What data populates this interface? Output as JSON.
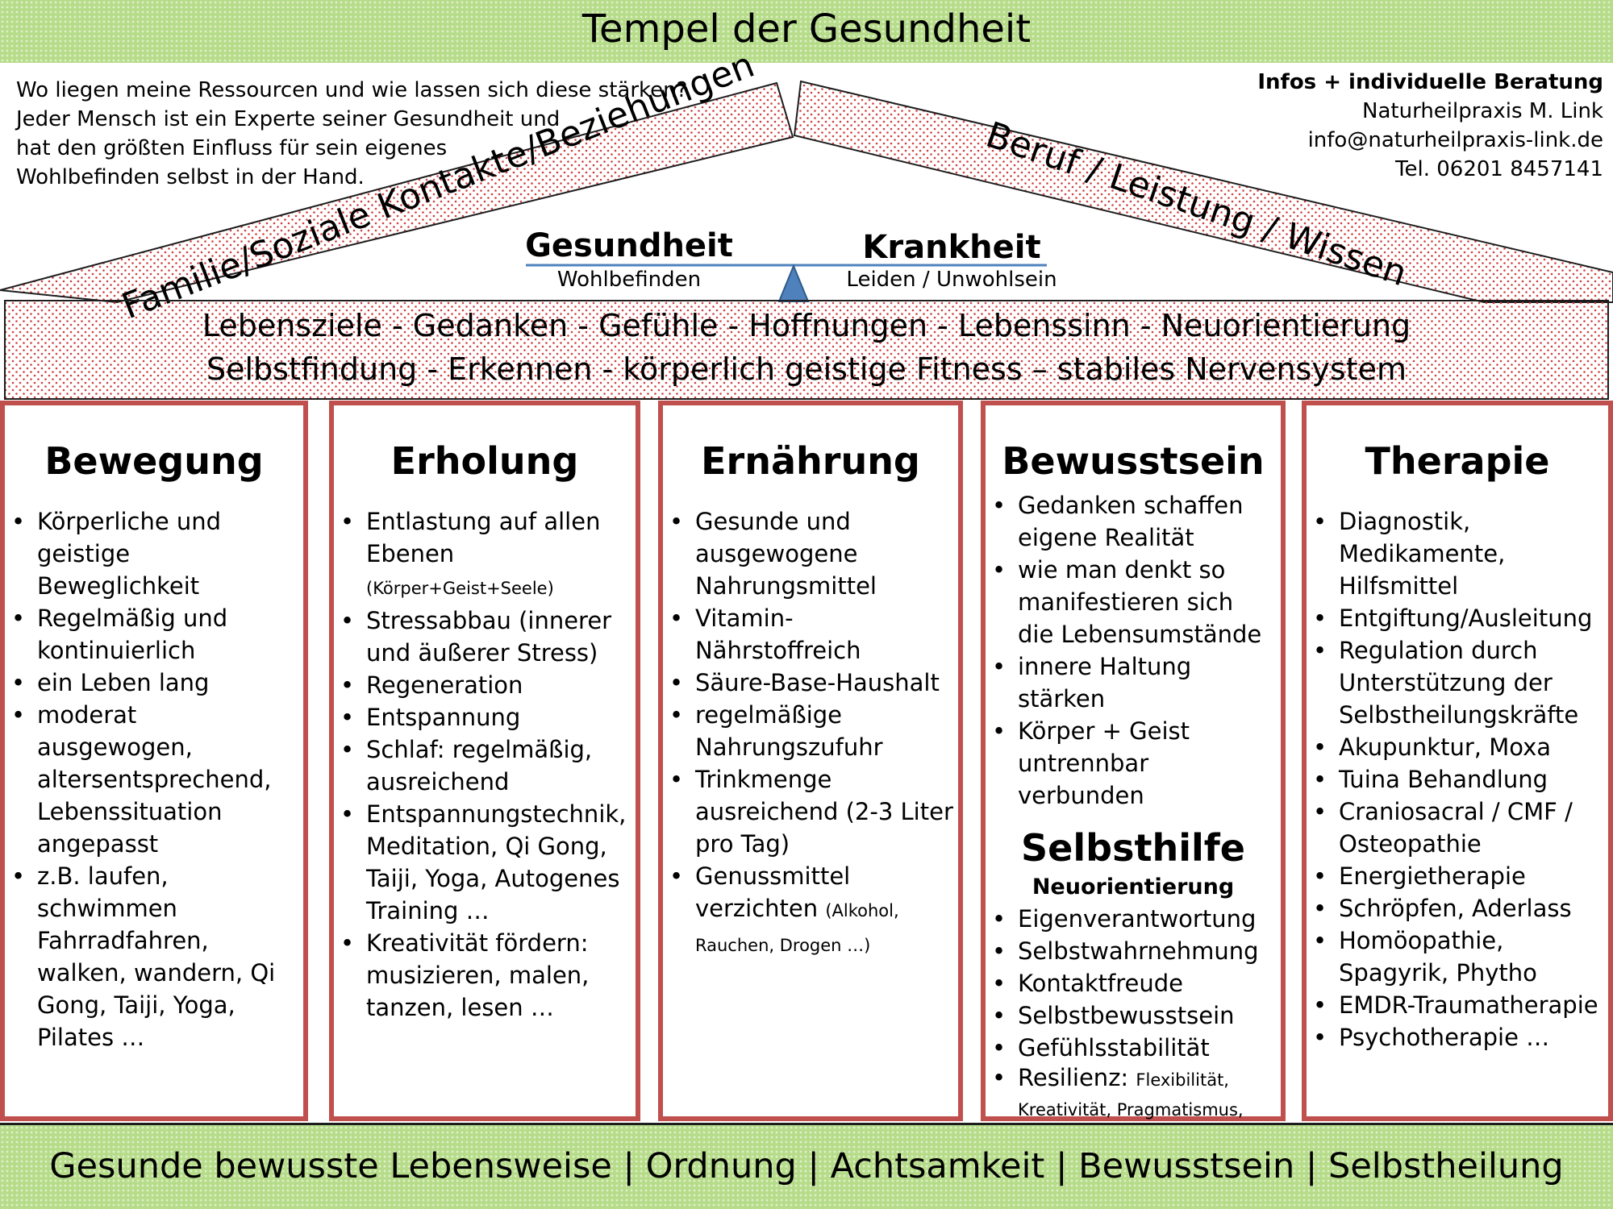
{
  "title": "Tempel der Gesundheit",
  "intro_lines": [
    "Wo liegen meine Ressourcen und wie lassen sich diese stärken?",
    "Jeder Mensch ist ein Experte seiner Gesundheit und",
    "hat den größten Einfluss für sein eigenes",
    "Wohlbefinden selbst in der Hand."
  ],
  "contact": {
    "title": "Infos + individuelle Beratung",
    "name": "Naturheilpraxis M. Link",
    "email": "info@naturheilpraxis-link.de",
    "phone": "Tel. 06201 8457141"
  },
  "roof": {
    "left": "Familie/Soziale Kontakte/Beziehungen",
    "right": "Beruf / Leistung / Wissen"
  },
  "balance": {
    "health": "Gesundheit",
    "health_sub": "Wohlbefinden",
    "illness": "Krankheit",
    "illness_sub": "Leiden / Unwohlsein"
  },
  "beam": {
    "line1": "Lebensziele - Gedanken - Gefühle - Hoffnungen - Lebenssinn - Neuorientierung",
    "line2": "Selbstfindung - Erkennen  - körperlich geistige Fitness – stabiles Nervensystem"
  },
  "pillars": {
    "bewegung": {
      "heading": "Bewegung",
      "items": [
        "Körperliche und geistige Beweglichkeit",
        "Regelmäßig  und kontinuierlich",
        "ein Leben lang",
        "moderat ausgewogen, altersentsprechend, Lebenssituation angepasst",
        "z.B. laufen, schwimmen Fahrradfahren, walken, wandern, Qi Gong, Taiji, Yoga, Pilates …"
      ]
    },
    "erholung": {
      "heading": "Erholung",
      "item1_main": "Entlastung auf allen Ebenen ",
      "item1_note": "(Körper+Geist+Seele)",
      "items": [
        "Stressabbau (innerer und äußerer Stress)",
        "Regeneration",
        "Entspannung",
        "Schlaf: regelmäßig, ausreichend",
        "Entspannungstechnik, Meditation, Qi Gong, Taiji, Yoga, Autogenes Training …",
        "Kreativität fördern: musizieren, malen, tanzen, lesen …"
      ]
    },
    "ernaehrung": {
      "heading": "Ernährung",
      "items": [
        "Gesunde und ausgewogene Nahrungsmittel",
        "Vitamin-Nährstoffreich",
        "Säure-Base-Haushalt",
        "regelmäßige Nahrungszufuhr",
        "Trinkmenge ausreichend (2-3 Liter pro Tag)"
      ],
      "last_main": "Genussmittel verzichten ",
      "last_note": "(Alkohol, Rauchen, Drogen …)"
    },
    "bewusstsein": {
      "heading": "Bewusstsein",
      "items": [
        "Gedanken schaffen eigene Realität",
        "wie man denkt so manifestieren sich die Lebensumstände",
        "innere Haltung stärken",
        "Körper + Geist untrennbar verbunden"
      ],
      "sub_heading": "Selbsthilfe",
      "sub_sub_heading": "Neuorientierung",
      "items2": [
        "Eigenverantwortung",
        "Selbstwahrnehmung",
        "Kontaktfreude",
        "Selbstbewusstsein",
        "Gefühlsstabilität"
      ],
      "last_main": "Resilienz: ",
      "last_note": "Flexibilität, Kreativität, Pragmatismus, schwierige Situationen als Herausforderung sehen"
    },
    "therapie": {
      "heading": "Therapie",
      "items": [
        "Diagnostik, Medikamente, Hilfsmittel",
        "Entgiftung/Ausleitung",
        "Regulation durch Unterstützung der Selbstheilungskräfte",
        "Akupunktur, Moxa",
        "Tuina Behandlung",
        "Craniosacral / CMF / Osteopathie",
        "Energietherapie",
        "Schröpfen, Aderlass",
        "Homöopathie, Spagyrik, Phytho",
        "EMDR-Traumatherapie",
        "Psychotherapie …"
      ]
    }
  },
  "foundation": "Gesunde bewusste Lebensweise | Ordnung | Achtsamkeit | Bewusstsein | Selbstheilung",
  "colors": {
    "green": "#b6dc8a",
    "pillar_border": "#c0504d",
    "dots": "#d04040",
    "scale_blue": "#4f81bd"
  }
}
